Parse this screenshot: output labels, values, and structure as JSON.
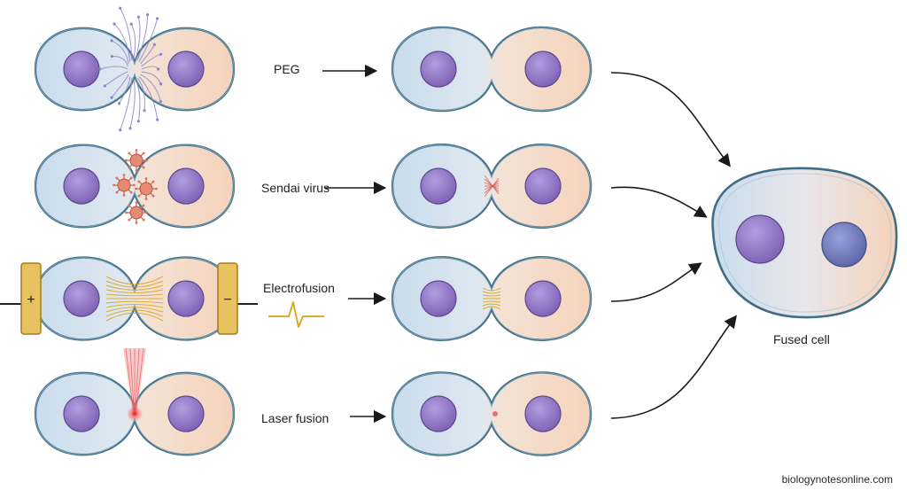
{
  "methods": [
    {
      "id": "peg",
      "label": "PEG"
    },
    {
      "id": "sendai",
      "label": "Sendai virus"
    },
    {
      "id": "electro",
      "label": "Electrofusion"
    },
    {
      "id": "laser",
      "label": "Laser fusion"
    }
  ],
  "result": {
    "label": "Fused cell"
  },
  "electrodes": {
    "positive": "+",
    "negative": "−"
  },
  "credit": "biologynotesonline.com",
  "colors": {
    "cell_left": "#cfe0ee",
    "cell_right": "#f6d8c2",
    "membrane": "#3f6e86",
    "nucleus": "#8d6fc0",
    "nucleus_blue": "#6f78b8",
    "virus": "#d9735c",
    "electric": "#d8a31c",
    "laser": "#e43c3c",
    "arrow": "#1a1a1a"
  }
}
